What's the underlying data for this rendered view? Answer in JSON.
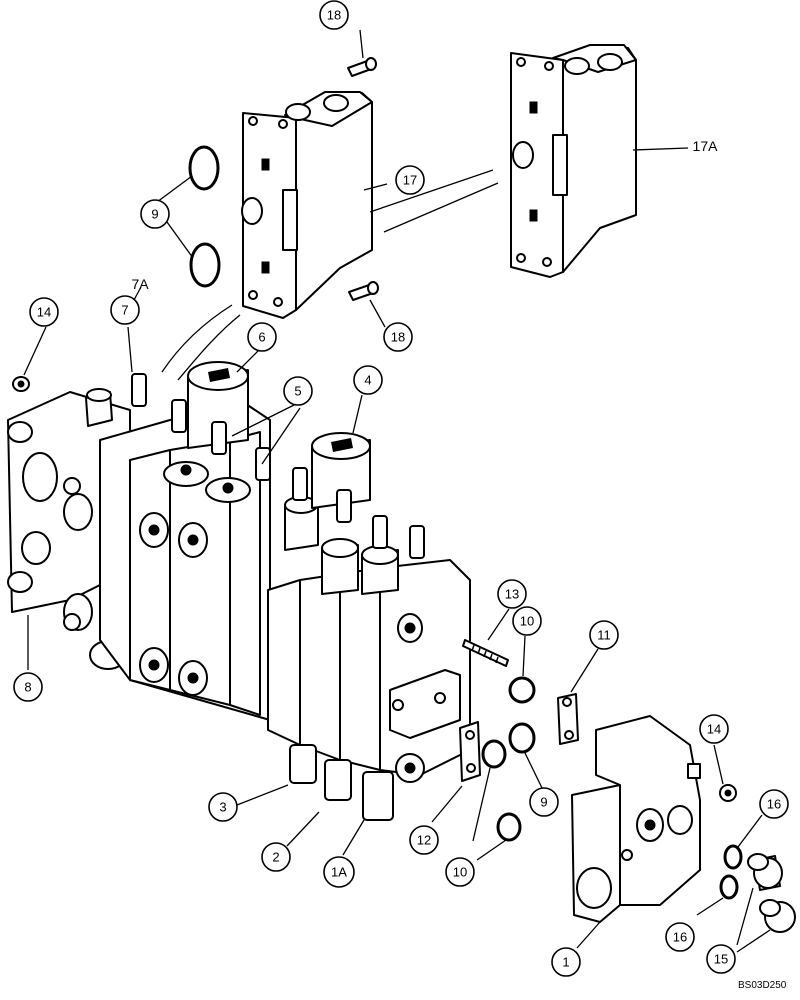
{
  "diagram": {
    "callouts": {
      "c1": "1",
      "c1a": "1A",
      "c2": "2",
      "c3": "3",
      "c4": "4",
      "c5": "5",
      "c6": "6",
      "c7": "7",
      "c7a": "7A",
      "c8": "8",
      "c9a": "9",
      "c9b": "9",
      "c10a": "10",
      "c10b": "10",
      "c11": "11",
      "c12": "12",
      "c13": "13",
      "c14a": "14",
      "c14b": "14",
      "c15": "15",
      "c16a": "16",
      "c16b": "16",
      "c17": "17",
      "c17a": "17A",
      "c18a": "18",
      "c18b": "18"
    },
    "drawing_code": "BS03D250"
  }
}
